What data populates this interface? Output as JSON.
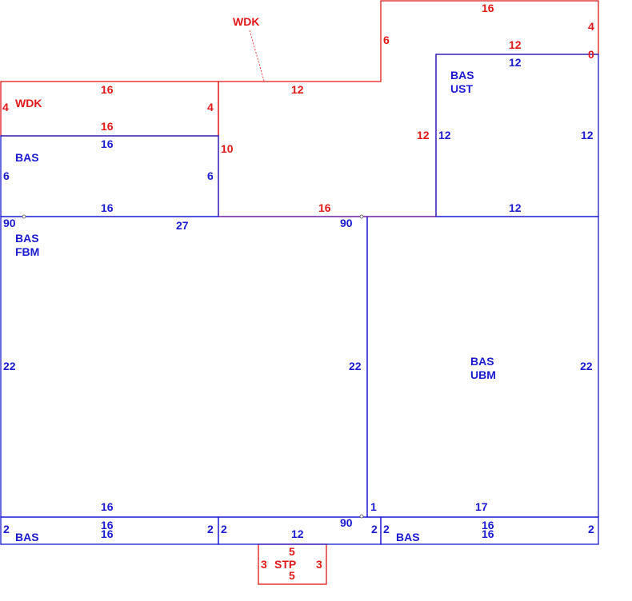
{
  "colors": {
    "bas": "#1a1ad0",
    "exterior": "#e11818",
    "shared": "#7a1a9a"
  },
  "areas": {
    "wdk_upper": "WDK",
    "wdk_left": "WDK",
    "bas_top_left": "BAS",
    "bas_fbm": [
      "BAS",
      "FBM"
    ],
    "bas_ust": [
      "BAS",
      "UST"
    ],
    "bas_ubm": [
      "BAS",
      "UBM"
    ],
    "bas_bottom_left": "BAS",
    "bas_bottom_right": "BAS",
    "stp": "STP"
  },
  "dims": {
    "deck_top": "16",
    "deck_right": "4",
    "deck_right_0": "0",
    "deck_step": "6",
    "deck_ust_top": "12",
    "deck_bottom": "12",
    "deck_left_side": "10",
    "deck_ust_left": "12",
    "deck_bottom_mid": "16",
    "wdk_top": "16",
    "wdk_left": "4",
    "wdk_right": "4",
    "wdk_bottom": "16",
    "bas_tl_top": "16",
    "bas_tl_left": "6",
    "bas_tl_right": "6",
    "bas_tl_bottom": "16",
    "fbm_top": "27",
    "fbm_left": "22",
    "fbm_right": "22",
    "fbm_angle_left": "90",
    "fbm_angle_right": "90",
    "ust_top": "12",
    "ust_left": "12",
    "ust_right": "12",
    "ust_bottom": "12",
    "ubm_right": "22",
    "ubm_jog": "1",
    "ubm_bottom": "17",
    "angle_bottom": "90",
    "bl_top": "16",
    "bl_inner_top": "16",
    "bl_inner_bottom": "16",
    "bl_left": "2",
    "bl_right": "2",
    "mid_left": "2",
    "mid_bottom": "12",
    "mid_right": "2",
    "br_left": "2",
    "br_inner_top": "16",
    "br_inner_bottom": "16",
    "br_right": "2",
    "stp_top": "5",
    "stp_left": "3",
    "stp_right": "3",
    "stp_bottom": "5"
  }
}
